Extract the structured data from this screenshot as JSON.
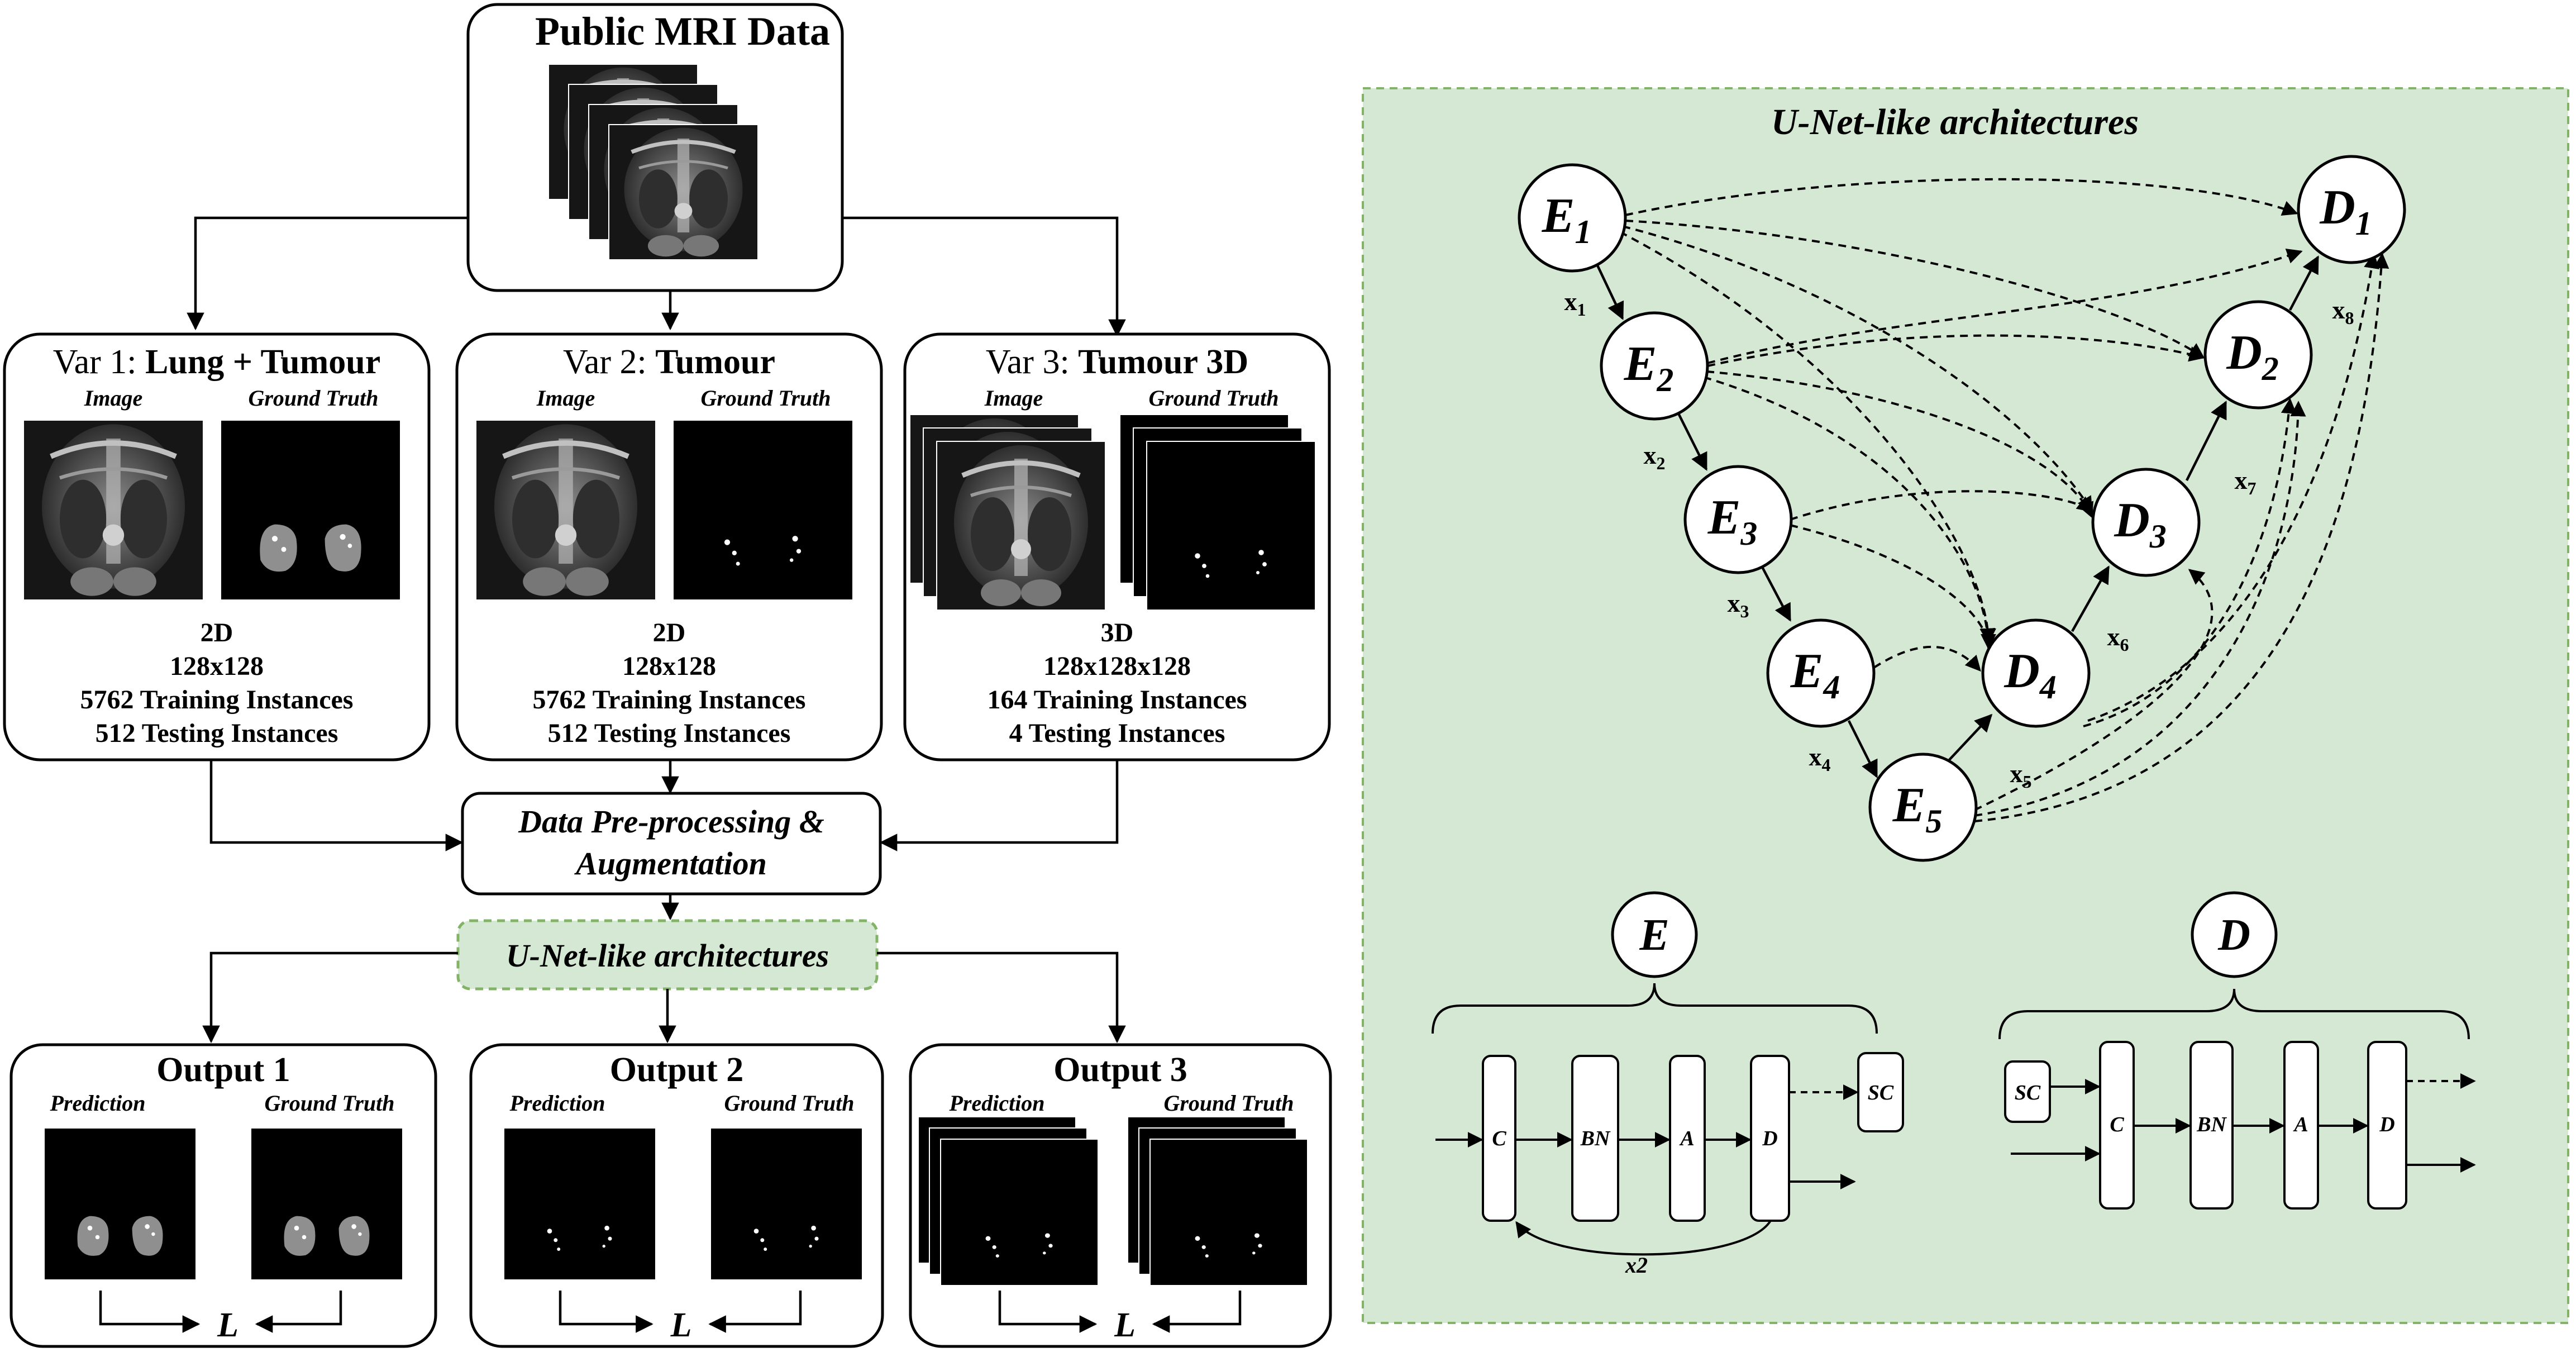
{
  "source_box": {
    "title": "Public MRI Data"
  },
  "variants": [
    {
      "prefix": "Var 1: ",
      "name": "Lung + Tumour",
      "image_label": "Image",
      "gt_label": "Ground Truth",
      "lines": [
        "2D",
        "128x128",
        "5762 Training Instances",
        "512 Testing Instances"
      ]
    },
    {
      "prefix": "Var 2: ",
      "name": "Tumour",
      "image_label": "Image",
      "gt_label": "Ground Truth",
      "lines": [
        "2D",
        "128x128",
        "5762 Training Instances",
        "512 Testing Instances"
      ]
    },
    {
      "prefix": "Var 3: ",
      "name": "Tumour 3D",
      "image_label": "Image",
      "gt_label": "Ground Truth",
      "lines": [
        "3D",
        "128x128x128",
        "164 Training Instances",
        "4 Testing Instances"
      ]
    }
  ],
  "preprocess": {
    "line1": "Data Pre-processing &",
    "line2": "Augmentation"
  },
  "unet_box": {
    "label": "U-Net-like architectures"
  },
  "outputs": [
    {
      "title": "Output 1",
      "pred_label": "Prediction",
      "gt_label": "Ground Truth",
      "loss": "L"
    },
    {
      "title": "Output 2",
      "pred_label": "Prediction",
      "gt_label": "Ground Truth",
      "loss": "L"
    },
    {
      "title": "Output 3",
      "pred_label": "Prediction",
      "gt_label": "Ground Truth",
      "loss": "L"
    }
  ],
  "arch_panel": {
    "title": "U-Net-like architectures",
    "encoders": [
      {
        "letter": "E",
        "sub": "1"
      },
      {
        "letter": "E",
        "sub": "2"
      },
      {
        "letter": "E",
        "sub": "3"
      },
      {
        "letter": "E",
        "sub": "4"
      },
      {
        "letter": "E",
        "sub": "5"
      }
    ],
    "decoders": [
      {
        "letter": "D",
        "sub": "1"
      },
      {
        "letter": "D",
        "sub": "2"
      },
      {
        "letter": "D",
        "sub": "3"
      },
      {
        "letter": "D",
        "sub": "4"
      }
    ],
    "edge_labels": [
      {
        "letter": "x",
        "sub": "1"
      },
      {
        "letter": "x",
        "sub": "2"
      },
      {
        "letter": "x",
        "sub": "3"
      },
      {
        "letter": "x",
        "sub": "4"
      },
      {
        "letter": "x",
        "sub": "5"
      },
      {
        "letter": "x",
        "sub": "6"
      },
      {
        "letter": "x",
        "sub": "7"
      },
      {
        "letter": "x",
        "sub": "8"
      }
    ],
    "encoder_block": {
      "title": "E",
      "layers": [
        "C",
        "BN",
        "A",
        "D"
      ],
      "skip": "SC",
      "repeat": "x2"
    },
    "decoder_block": {
      "title": "D",
      "layers": [
        "C",
        "BN",
        "A",
        "D"
      ],
      "skip": "SC"
    }
  },
  "colors": {
    "panel_fill": "#d5e8d4",
    "panel_border": "#82b366",
    "stroke": "#000000"
  }
}
